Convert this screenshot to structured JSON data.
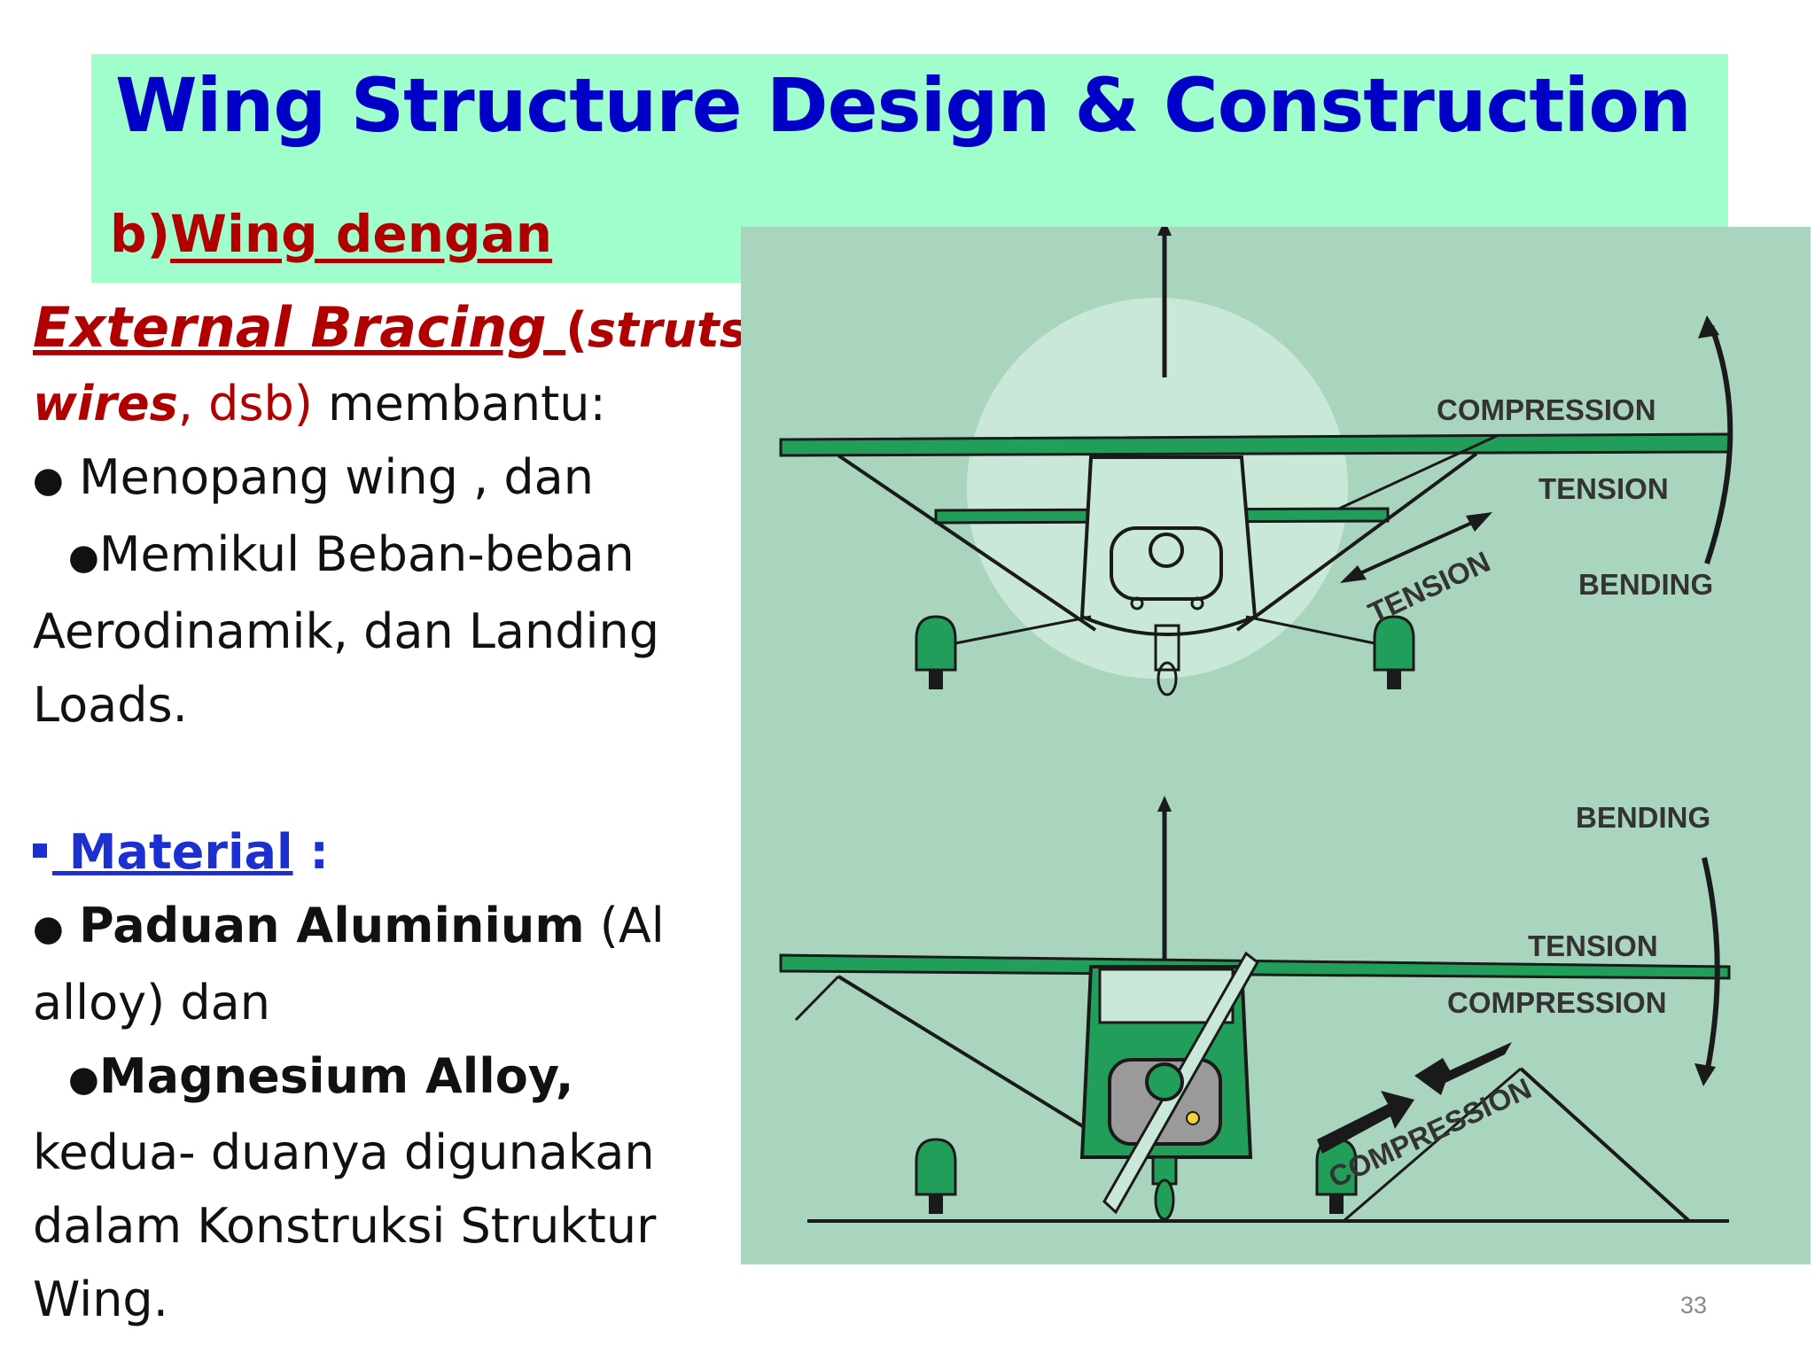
{
  "slide": {
    "title": "Wing Structure Design & Construction",
    "subtitle_prefix": "b)",
    "subtitle_underlined": "Wing dengan",
    "page_number": "33"
  },
  "body": {
    "line1_ext": "External Bracing ",
    "line1_paren": "(",
    "line1_struts": "struts,",
    "line2_wires": "wires",
    "line2_rest": ", dsb)",
    "line2_end": " membantu:",
    "bullet1": "Menopang     wing , dan",
    "bullet2_a": "Memikul Beban-beban",
    "bullet2_b": "Aerodinamik, dan Landing",
    "bullet2_c": "Loads.",
    "material_label": " Material",
    "material_colon": " :",
    "bullet3_bold": "Paduan Aluminium",
    "bullet3_rest": " (Al",
    "bullet3_b": "alloy)  dan",
    "bullet4_bold": "Magnesium Alloy,",
    "bullet4_b": "kedua- duanya digunakan",
    "bullet4_c": "dalam Konstruksi Struktur",
    "bullet4_d": "Wing."
  },
  "figure": {
    "top_labels": {
      "compression": "COMPRESSION",
      "tension": "TENSION",
      "bending": "BENDING",
      "strut_tension": "TENSION"
    },
    "bottom_labels": {
      "bending": "BENDING",
      "tension": "TENSION",
      "compression": "COMPRESSION",
      "strut_compression": "COMPRESSION"
    },
    "colors": {
      "background": "#a9d5bf",
      "aircraft_green": "#229e5b",
      "title_band": "#9ffecb",
      "title_blue": "#0000c6",
      "accent_red": "#b00000"
    }
  }
}
